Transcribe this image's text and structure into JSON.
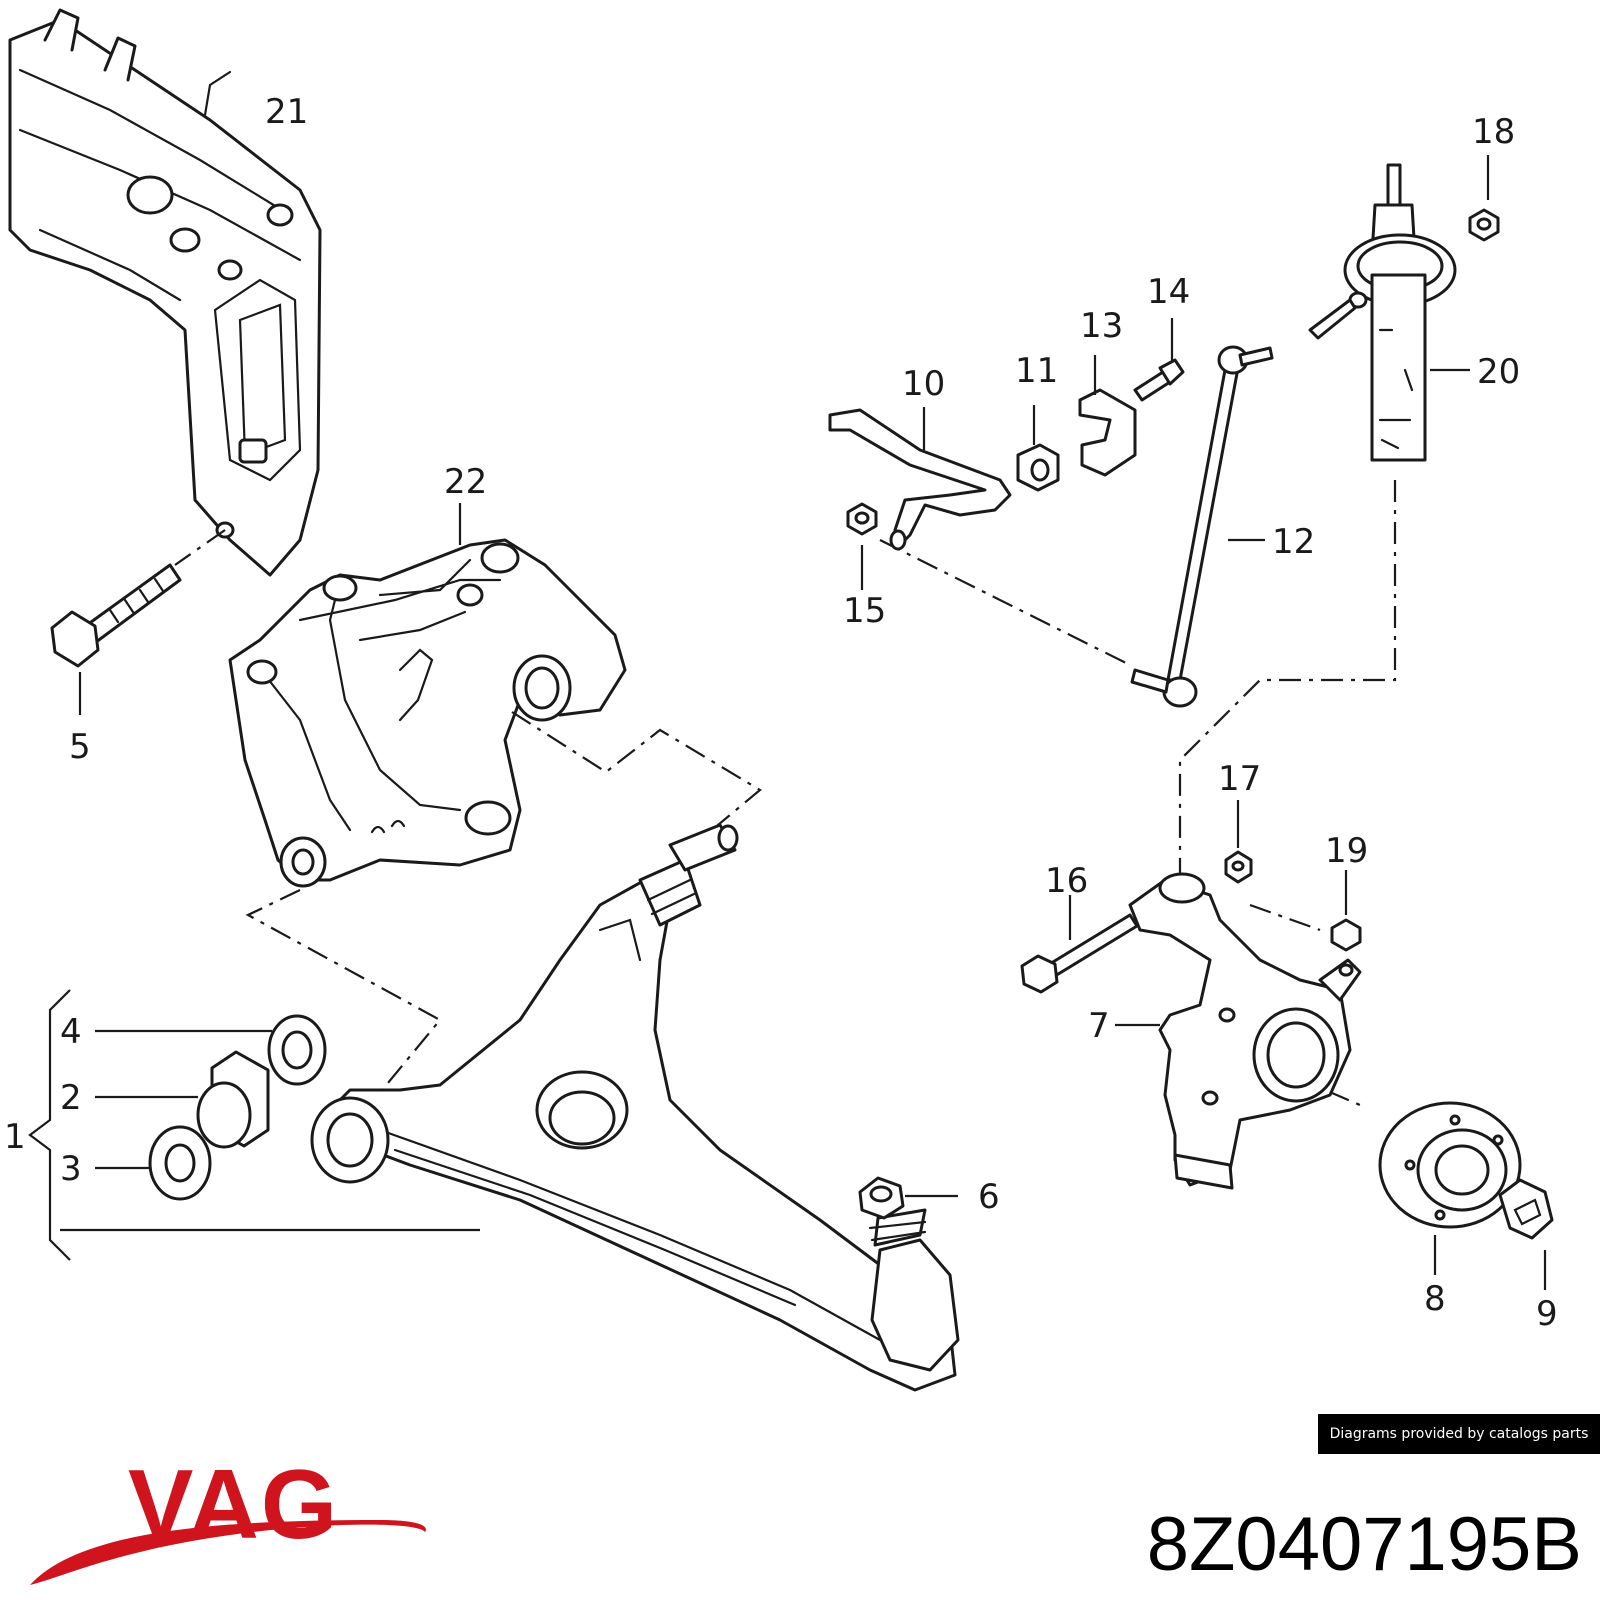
{
  "diagram": {
    "labels": {
      "p1": "1",
      "p2": "2",
      "p3": "3",
      "p4": "4",
      "p5": "5",
      "p6": "6",
      "p7": "7",
      "p8": "8",
      "p9": "9",
      "p10": "10",
      "p11": "11",
      "p12": "12",
      "p13": "13",
      "p14": "14",
      "p15": "15",
      "p16": "16",
      "p17": "17",
      "p18": "18",
      "p19": "19",
      "p20": "20",
      "p21": "21",
      "p22": "22"
    }
  },
  "credit": "Diagrams provided by catalogs parts",
  "brand": {
    "logo_text": "VAG",
    "logo_color": "#d0141e"
  },
  "part_number": "8Z0407195B"
}
